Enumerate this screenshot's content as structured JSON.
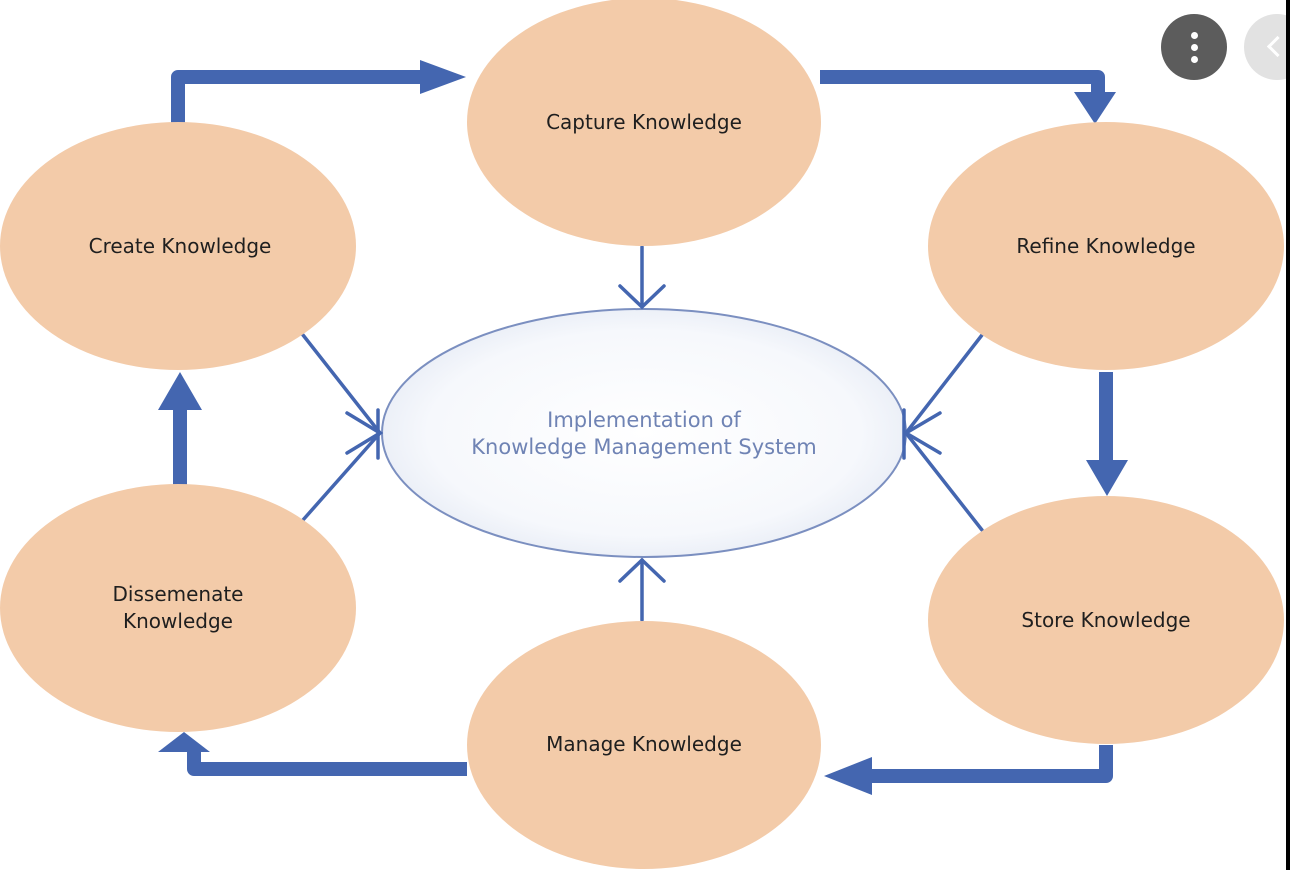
{
  "diagram": {
    "title": "Implementation of Knowledge Management System",
    "center": {
      "line1": "Implementation of",
      "line2": "Knowledge Management System"
    },
    "nodes": {
      "capture": "Capture Knowledge",
      "refine": "Refine Knowledge",
      "store": "Store Knowledge",
      "manage": "Manage Knowledge",
      "dissemenate_line1": "Dissemenate",
      "dissemenate_line2": "Knowledge",
      "create": "Create Knowledge"
    },
    "colors": {
      "node_fill": "#f3cba9",
      "arrow": "#4466b0",
      "center_text": "#6f83b4",
      "center_stroke": "#7b8fc0"
    }
  },
  "controls": {
    "more_icon": "more-vert-icon",
    "prev_icon": "chevron-left-icon"
  }
}
